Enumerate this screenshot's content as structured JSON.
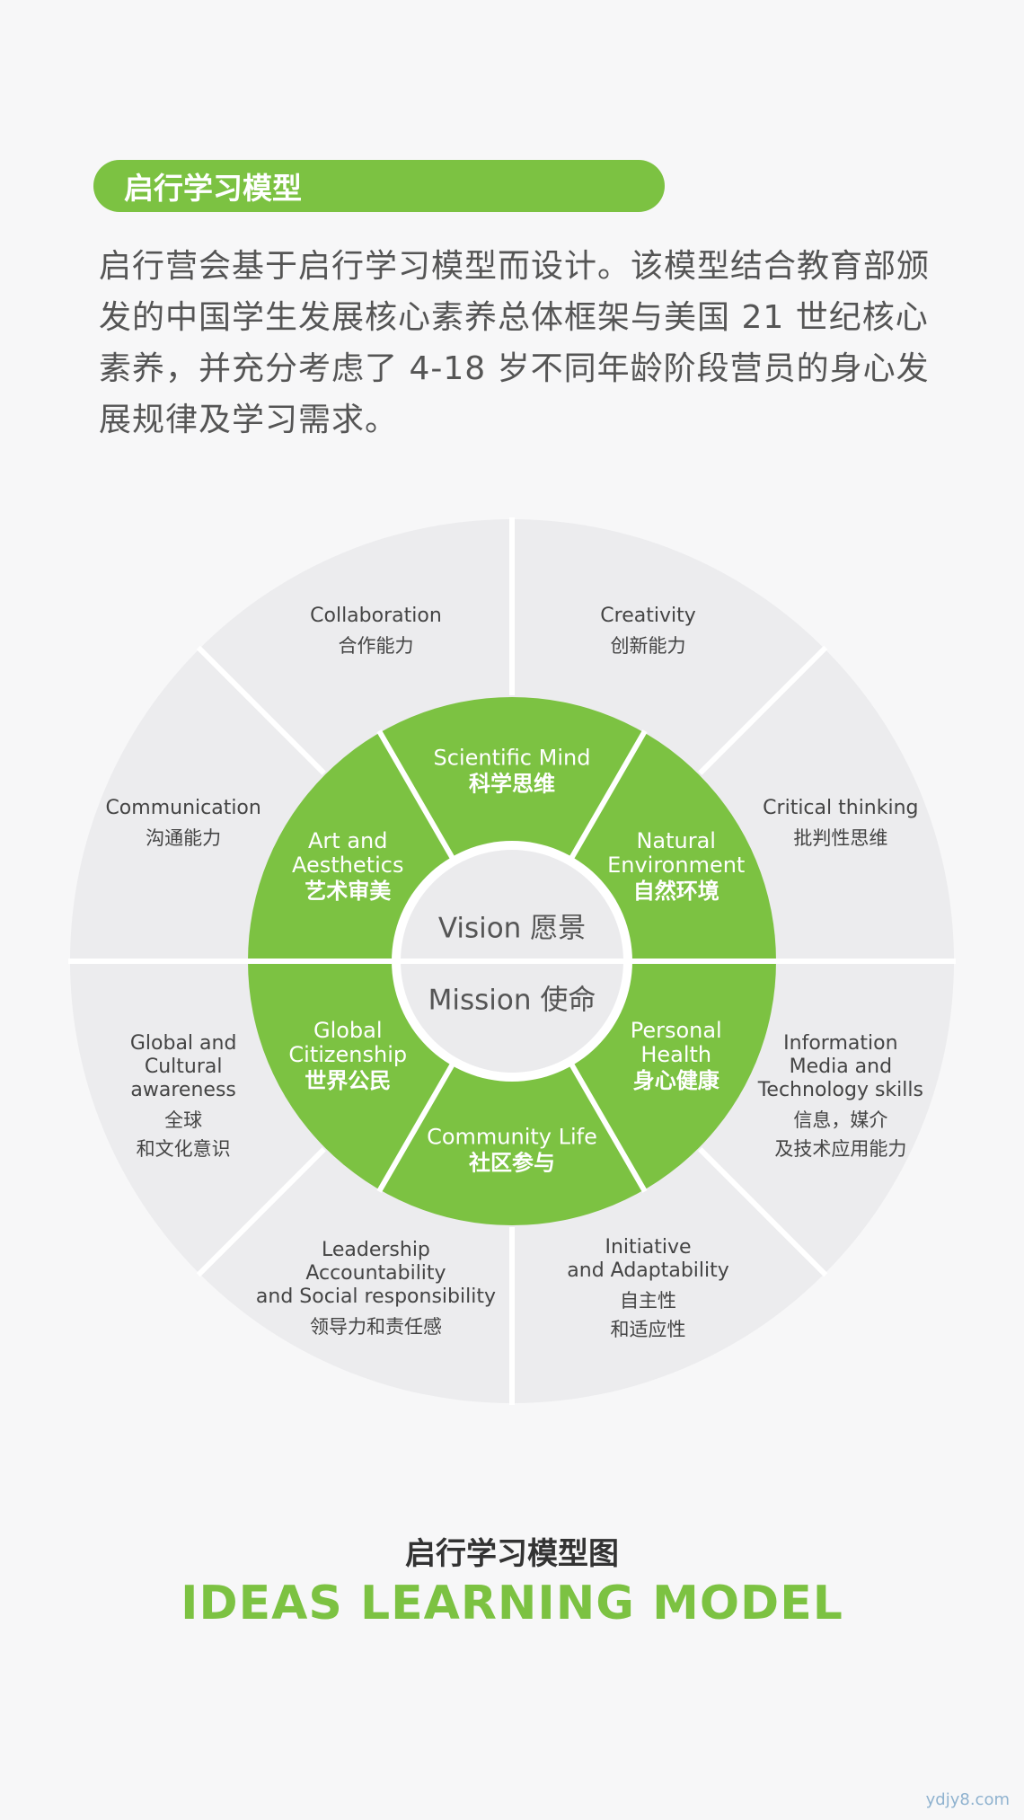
{
  "header": {
    "title": "启行学习模型",
    "intro": "启行营会基于启行学习模型而设计。该模型结合教育部颁发的中国学生发展核心素养总体框架与美国 21 世纪核心素养，并充分考虑了 4-18 岁不同年龄阶段营员的身心发展规律及学习需求。"
  },
  "diagram": {
    "center": {
      "top": "Vision 愿景",
      "bottom": "Mission 使命"
    },
    "inner_ring": [
      {
        "en": "Scientific Mind",
        "zh": "科学思维"
      },
      {
        "en": "Natural\nEnvironment",
        "zh": "自然环境"
      },
      {
        "en": "Personal\nHealth",
        "zh": "身心健康"
      },
      {
        "en": "Community Life",
        "zh": "社区参与"
      },
      {
        "en": "Global\nCitizenship",
        "zh": "世界公民"
      },
      {
        "en": "Art and\nAesthetics",
        "zh": "艺术审美"
      }
    ],
    "outer_ring": [
      {
        "en": "Creativity",
        "zh": "创新能力"
      },
      {
        "en": "Critical thinking",
        "zh": "批判性思维"
      },
      {
        "en": "Information\nMedia and\nTechnology skills",
        "zh": "信息，媒介\n及技术应用能力"
      },
      {
        "en": "Initiative\nand Adaptability",
        "zh": "自主性\n和适应性"
      },
      {
        "en": "Leadership\nAccountability\nand Social responsibility",
        "zh": "领导力和责任感"
      },
      {
        "en": "Global and\nCultural\nawareness",
        "zh": "全球\n和文化意识"
      },
      {
        "en": "Communication",
        "zh": "沟通能力"
      },
      {
        "en": "Collaboration",
        "zh": "合作能力"
      }
    ],
    "colors": {
      "green": "#7cc242",
      "outer": "#ececee",
      "center": "#ebebed",
      "divider": "#ffffff"
    }
  },
  "caption": {
    "zh": "启行学习模型图",
    "en": "IDEAS LEARNING MODEL"
  },
  "watermark": "ydjy8.com"
}
